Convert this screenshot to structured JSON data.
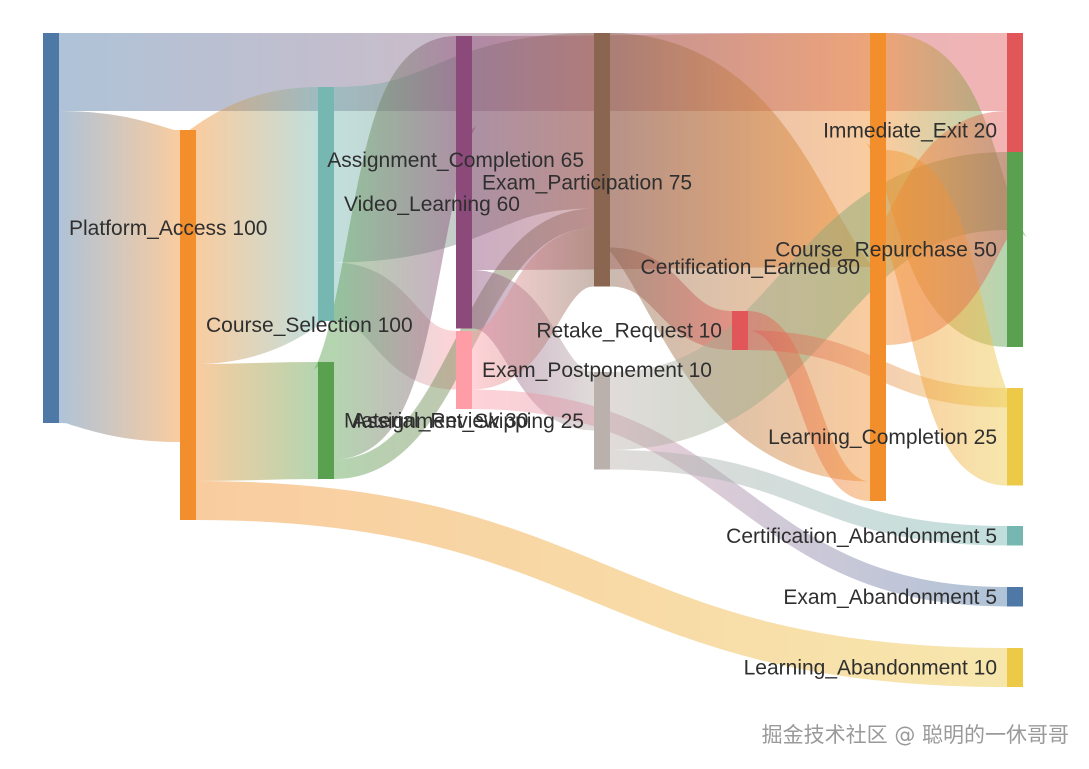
{
  "chart_data": {
    "type": "sankey",
    "nodes": [
      {
        "id": "Platform_Access",
        "label": "Platform_Access 100",
        "color": "#4e79a7"
      },
      {
        "id": "Course_Selection",
        "label": "Course_Selection 100",
        "color": "#f28e2b"
      },
      {
        "id": "Video_Learning",
        "label": "Video_Learning 60",
        "color": "#76b7b2"
      },
      {
        "id": "Material_Review",
        "label": "Material_Review 30",
        "color": "#59a14f"
      },
      {
        "id": "Exam_Participation",
        "label": "Exam_Participation 75",
        "color": "#8c4a7a"
      },
      {
        "id": "Exam_Postponement",
        "label": "Exam_Postponement 10",
        "color": "#ff9da7"
      },
      {
        "id": "Assignment_Completion",
        "label": "Assignment_Completion 65",
        "color": "#8a6550"
      },
      {
        "id": "Assignment_Skipping",
        "label": "Assignment_Skipping 25",
        "color": "#bab0ac"
      },
      {
        "id": "Retake_Request",
        "label": "Retake_Request 10",
        "color": "#e15759"
      },
      {
        "id": "Certification_Earned",
        "label": "Certification_Earned 80",
        "color": "#f28e2b"
      },
      {
        "id": "Immediate_Exit",
        "label": "Immediate_Exit 20",
        "color": "#e15759"
      },
      {
        "id": "Course_Repurchase",
        "label": "Course_Repurchase 50",
        "color": "#59a14f"
      },
      {
        "id": "Learning_Completion",
        "label": "Learning_Completion 25",
        "color": "#edc948"
      },
      {
        "id": "Certification_Abandonment",
        "label": "Certification_Abandonment 5",
        "color": "#76b7b2"
      },
      {
        "id": "Exam_Abandonment",
        "label": "Exam_Abandonment 5",
        "color": "#4e79a7"
      },
      {
        "id": "Learning_Abandonment",
        "label": "Learning_Abandonment 10",
        "color": "#edc948"
      }
    ],
    "links": [
      {
        "source": "Platform_Access",
        "target": "Immediate_Exit",
        "value": 20
      },
      {
        "source": "Platform_Access",
        "target": "Course_Selection",
        "value": 80
      },
      {
        "source": "Course_Selection",
        "target": "Video_Learning",
        "value": 60
      },
      {
        "source": "Course_Selection",
        "target": "Material_Review",
        "value": 30
      },
      {
        "source": "Course_Selection",
        "target": "Learning_Abandonment",
        "value": 10
      },
      {
        "source": "Video_Learning",
        "target": "Assignment_Completion",
        "value": 45
      },
      {
        "source": "Video_Learning",
        "target": "Exam_Postponement",
        "value": 15
      },
      {
        "source": "Material_Review",
        "target": "Exam_Participation",
        "value": 25
      },
      {
        "source": "Material_Review",
        "target": "Assignment_Completion",
        "value": 5
      },
      {
        "source": "Exam_Participation",
        "target": "Certification_Earned",
        "value": 60
      },
      {
        "source": "Exam_Participation",
        "target": "Assignment_Skipping",
        "value": 15
      },
      {
        "source": "Exam_Postponement",
        "target": "Assignment_Completion",
        "value": 15
      },
      {
        "source": "Exam_Postponement",
        "target": "Exam_Abandonment",
        "value": 5
      },
      {
        "source": "Assignment_Completion",
        "target": "Certification_Earned",
        "value": 55
      },
      {
        "source": "Assignment_Completion",
        "target": "Retake_Request",
        "value": 10
      },
      {
        "source": "Assignment_Skipping",
        "target": "Course_Repurchase",
        "value": 20
      },
      {
        "source": "Assignment_Skipping",
        "target": "Certification_Abandonment",
        "value": 5
      },
      {
        "source": "Retake_Request",
        "target": "Certification_Earned",
        "value": 5
      },
      {
        "source": "Retake_Request",
        "target": "Learning_Completion",
        "value": 5
      },
      {
        "source": "Certification_Earned",
        "target": "Course_Repurchase",
        "value": 30
      },
      {
        "source": "Certification_Earned",
        "target": "Learning_Completion",
        "value": 20
      },
      {
        "source": "Certification_Earned",
        "target": "Immediate_Exit",
        "value": 30
      }
    ]
  },
  "watermark": "掘金技术社区 @ 聪明的一休哥哥"
}
